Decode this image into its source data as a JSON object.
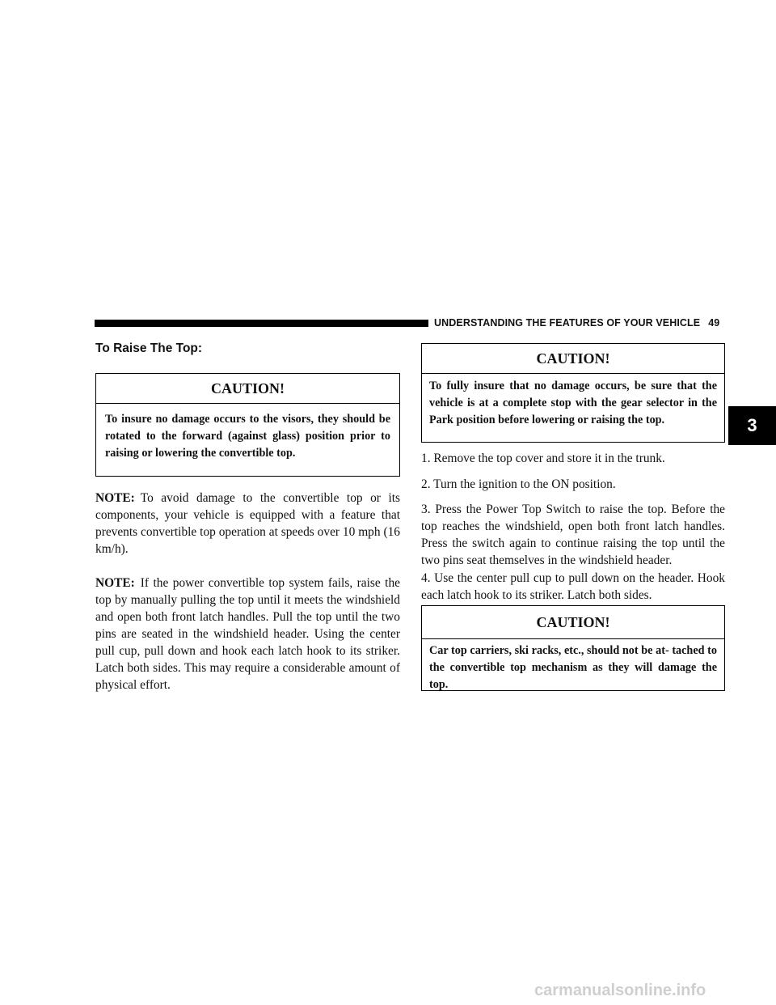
{
  "header": {
    "title": "UNDERSTANDING THE FEATURES OF YOUR VEHICLE",
    "page_number": "49"
  },
  "left": {
    "heading": "To Raise The Top:",
    "caution1": {
      "title": "CAUTION!",
      "body": "To insure no damage occurs to the visors, they should be rotated to the forward (against glass) position prior to raising or lowering the convertible top."
    },
    "note1": {
      "label": "NOTE:",
      "text": "To avoid damage to the convertible top or its components, your vehicle is equipped with a feature that prevents convertible top operation at speeds over 10 mph (16 km/h)."
    },
    "note2": {
      "label": "NOTE:",
      "text": "If the power convertible top system fails, raise the top by manually pulling the top until it meets the windshield and open both front latch handles. Pull the top until the two pins are seated in the windshield header. Using the center pull cup, pull down and hook each latch hook to its striker. Latch both sides. This may require a considerable amount of physical effort."
    }
  },
  "right": {
    "caution2": {
      "title": "CAUTION!",
      "body": "To fully insure that no damage occurs, be sure that the vehicle is at a complete stop with the gear selector in the Park position before lowering or raising the top."
    },
    "steps": [
      "1. Remove the top cover and store it in the trunk.",
      "2. Turn the ignition to the ON position.",
      "3. Press the Power Top Switch to raise the top. Before the top reaches the windshield, open both front latch handles. Press the switch again to continue raising the top until the two pins seat themselves in the windshield header.",
      "4. Use the center pull cup to pull down on the header. Hook each latch hook to its striker. Latch both sides."
    ],
    "caution3": {
      "title": "CAUTION!",
      "body": "Car top carriers, ski racks, etc., should not be at- tached to the convertible top mechanism as they will damage the top."
    }
  },
  "section_tab": "3",
  "watermark": "carmanualsonline.info"
}
